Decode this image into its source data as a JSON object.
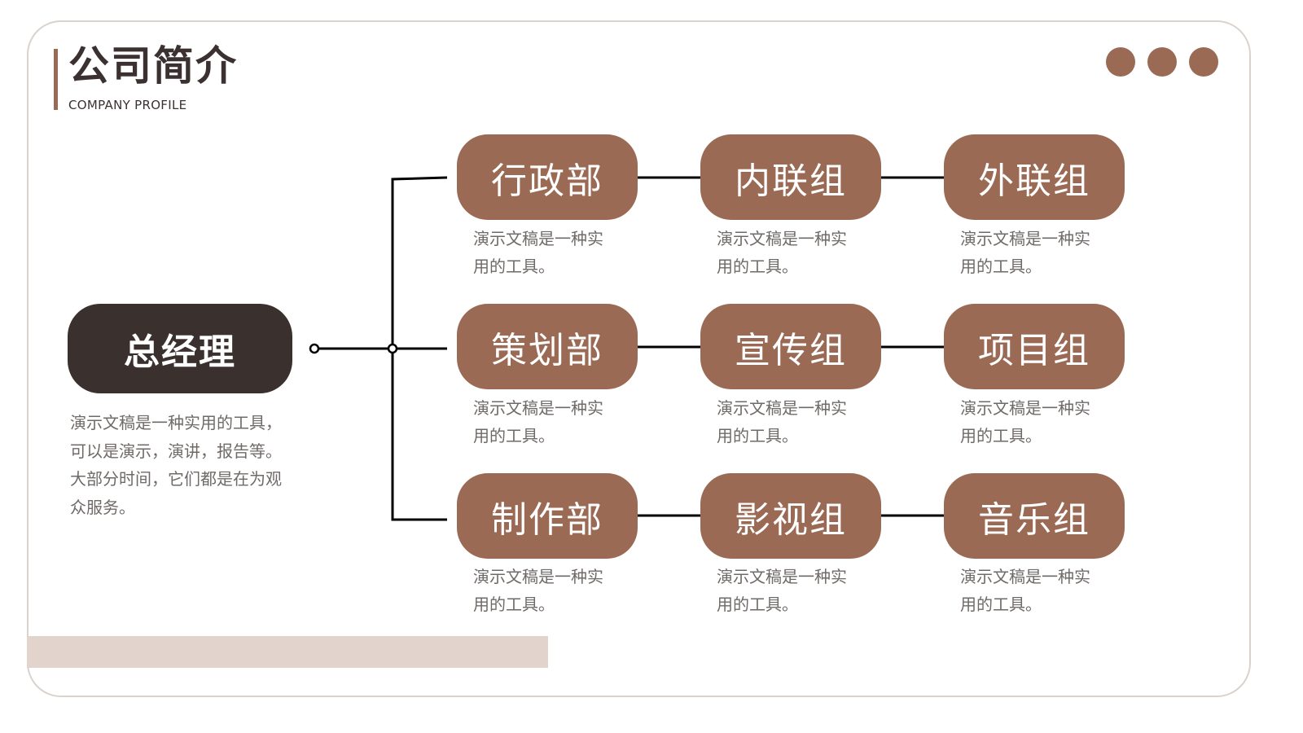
{
  "header": {
    "title": "公司简介",
    "subtitle": "COMPANY PROFILE"
  },
  "root": {
    "label": "总经理",
    "desc_lines": [
      "演示文稿是一种实用的工具，",
      "可以是演示，演讲，报告等。",
      "大部分时间，它们都是在为观",
      "众服务。"
    ]
  },
  "departments": [
    {
      "dept": {
        "label": "行政部",
        "desc_lines": [
          "演示文稿是一种实",
          "用的工具。"
        ]
      },
      "groups": [
        {
          "label": "内联组",
          "desc_lines": [
            "演示文稿是一种实",
            "用的工具。"
          ]
        },
        {
          "label": "外联组",
          "desc_lines": [
            "演示文稿是一种实",
            "用的工具。"
          ]
        }
      ]
    },
    {
      "dept": {
        "label": "策划部",
        "desc_lines": [
          "演示文稿是一种实",
          "用的工具。"
        ]
      },
      "groups": [
        {
          "label": "宣传组",
          "desc_lines": [
            "演示文稿是一种实",
            "用的工具。"
          ]
        },
        {
          "label": "项目组",
          "desc_lines": [
            "演示文稿是一种实",
            "用的工具。"
          ]
        }
      ]
    },
    {
      "dept": {
        "label": "制作部",
        "desc_lines": [
          "演示文稿是一种实",
          "用的工具。"
        ]
      },
      "groups": [
        {
          "label": "影视组",
          "desc_lines": [
            "演示文稿是一种实",
            "用的工具。"
          ]
        },
        {
          "label": "音乐组",
          "desc_lines": [
            "演示文稿是一种实",
            "用的工具。"
          ]
        }
      ]
    }
  ],
  "colors": {
    "accent": "#9a6a55",
    "dark": "#3a302d",
    "text_gray": "#6f6a68",
    "bar_light": "#e2d4cd",
    "border": "#d9d2cd"
  }
}
